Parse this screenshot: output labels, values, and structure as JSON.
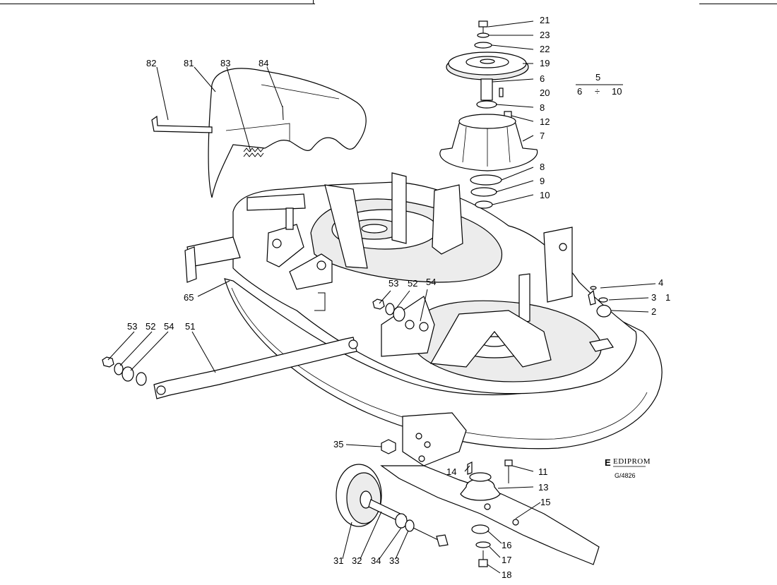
{
  "diagram": {
    "kind": "exploded parts diagram",
    "callouts": {
      "c21": "21",
      "c23": "23",
      "c22": "22",
      "c19": "19",
      "c6": "6",
      "c20": "20",
      "c8a": "8",
      "c12": "12",
      "c7": "7",
      "c8b": "8",
      "c9": "9",
      "c10": "10",
      "c82": "82",
      "c81": "81",
      "c83": "83",
      "c84": "84",
      "c65": "65",
      "c53a": "53",
      "c52a": "52",
      "c54a": "54",
      "c4": "4",
      "c3": "3",
      "c1": "1",
      "c2": "2",
      "c53b": "53",
      "c52b": "52",
      "c54b": "54",
      "c51": "51",
      "c35": "35",
      "c14": "14",
      "c11": "11",
      "c13": "13",
      "c15": "15",
      "c16": "16",
      "c17": "17",
      "c18": "18",
      "c31": "31",
      "c32": "32",
      "c34": "34",
      "c33": "33"
    },
    "legend": {
      "top": "5",
      "left": "6",
      "sep": "÷",
      "right": "10"
    },
    "brand": {
      "mark": "E",
      "name": "EDIPROM",
      "code": "G/4826"
    }
  }
}
